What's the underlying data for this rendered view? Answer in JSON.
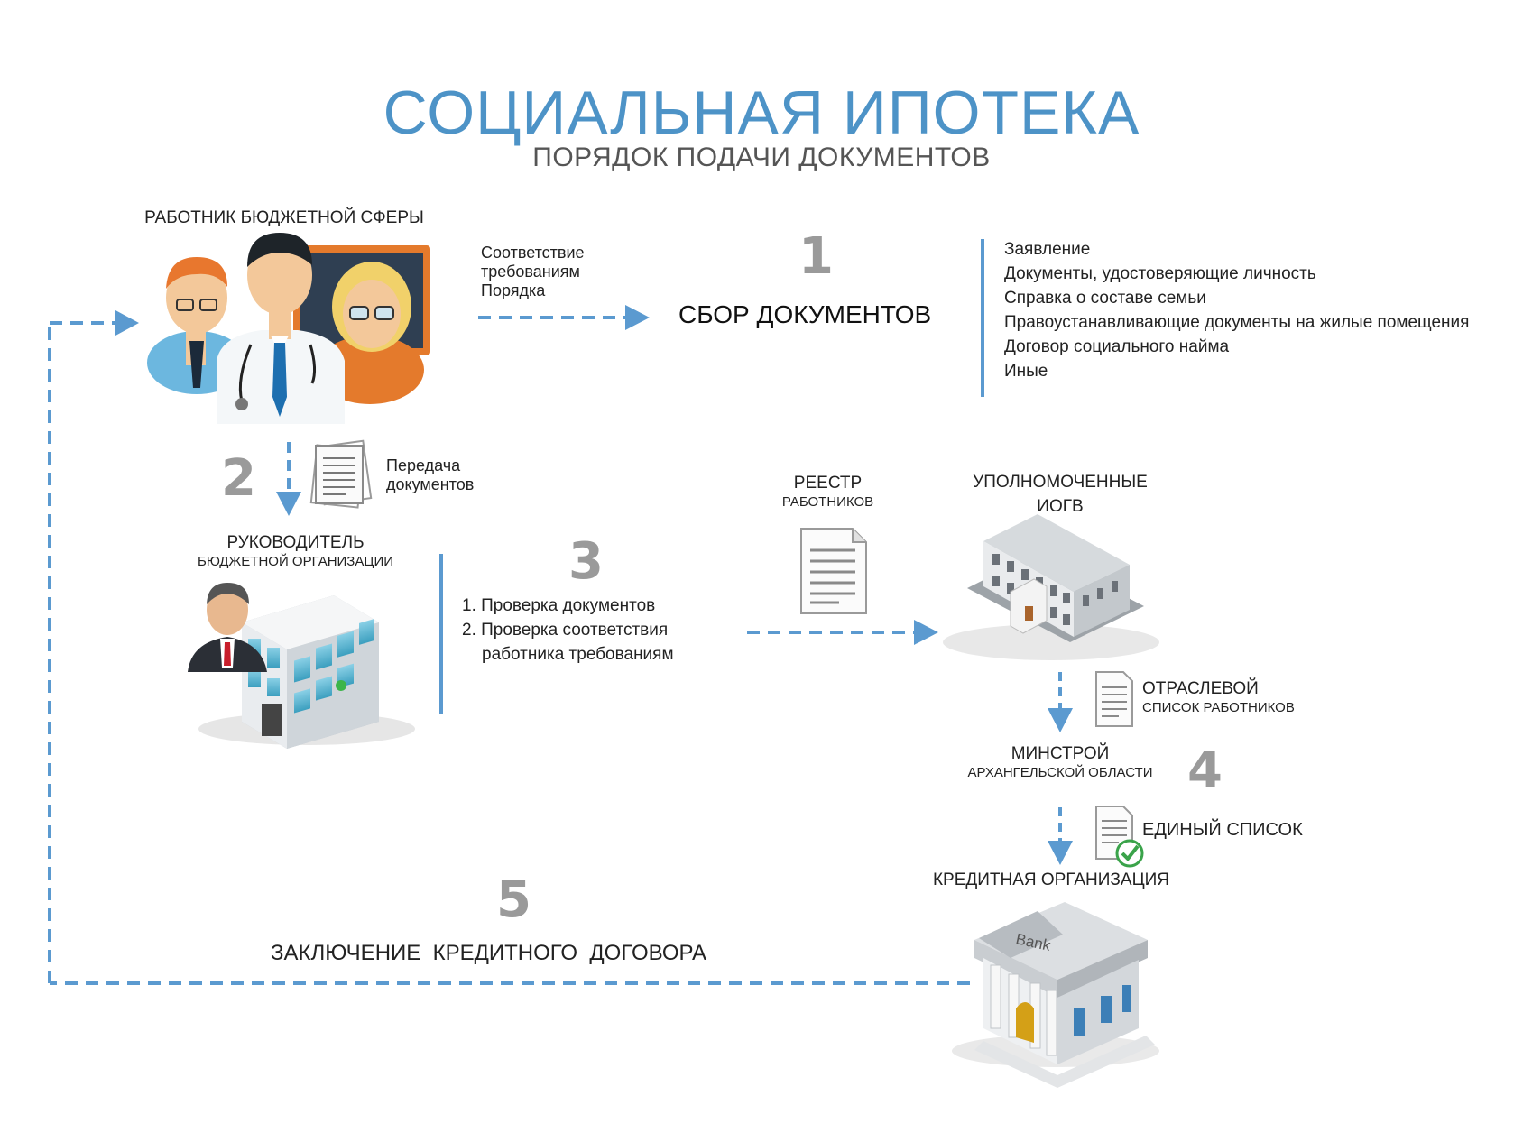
{
  "header": {
    "title": "СОЦИАЛЬНАЯ ИПОТЕКА",
    "subtitle": "ПОРЯДОК ПОДАЧИ ДОКУМЕНТОВ"
  },
  "nodes": {
    "worker": "РАБОТНИК БЮДЖЕТНОЙ СФЕРЫ",
    "head_line1": "РУКОВОДИТЕЛЬ",
    "head_line2": "БЮДЖЕТНОЙ ОРГАНИЗАЦИИ",
    "iogv_line1": "УПОЛНОМОЧЕННЫЕ",
    "iogv_line2": "ИОГВ",
    "minstroy_line1": "МИНСТРОЙ",
    "minstroy_line2": "АРХАНГЕЛЬСКОЙ ОБЛАСТИ",
    "credit_org": "КРЕДИТНАЯ ОРГАНИЗАЦИЯ"
  },
  "steps": {
    "step1": {
      "number": "1",
      "title": "СБОР ДОКУМЕНТОВ",
      "note_lines": [
        "Соответствие",
        "требованиям",
        "Порядка"
      ],
      "documents": [
        "Заявление",
        "Документы, удостоверяющие личность",
        "Справка о составе семьи",
        "Правоустанавливающие документы на жилые помещения",
        "Договор социального найма",
        "Иные"
      ]
    },
    "step2": {
      "number": "2",
      "label_lines": [
        "Передача",
        "документов"
      ]
    },
    "step3": {
      "number": "3",
      "checks": [
        "1. Проверка документов",
        "2. Проверка соответствия",
        "работника требованиям"
      ],
      "registry_line1": "РЕЕСТР",
      "registry_line2": "РАБОТНИКОВ"
    },
    "step4": {
      "number": "4",
      "sector_list_line1": "ОТРАСЛЕВОЙ",
      "sector_list_line2": "СПИСОК РАБОТНИКОВ",
      "single_list": "ЕДИНЫЙ СПИСОК"
    },
    "step5": {
      "number": "5",
      "title": "ЗАКЛЮЧЕНИЕ  КРЕДИТНОГО  ДОГОВОРА"
    }
  },
  "bank_sign": "Bank",
  "colors": {
    "accent": "#4d93c7",
    "arrow": "#5b9ad0",
    "step_number": "#9a9a9a"
  }
}
